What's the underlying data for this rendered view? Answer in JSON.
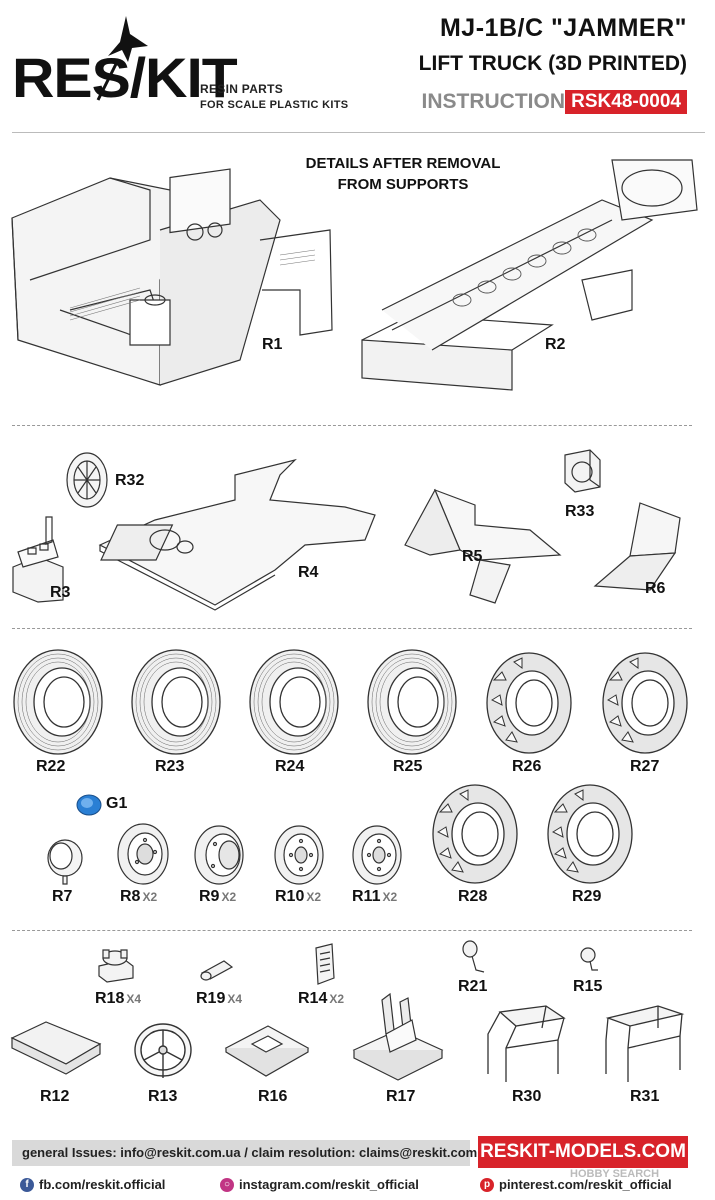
{
  "header": {
    "brand": "RES/KIT",
    "tagline_1": "RESIN PARTS",
    "tagline_2": "FOR SCALE PLASTIC KITS",
    "title_1": "MJ-1B/C \"JAMMER\"",
    "title_2": "LIFT TRUCK (3D PRINTED)",
    "instruction_label": "INSTRUCTION",
    "code": "RSK48-0004"
  },
  "note": {
    "line_1": "DETAILS AFTER REMOVAL",
    "line_2": "FROM SUPPORTS"
  },
  "parts": {
    "R1": {
      "label": "R1"
    },
    "R2": {
      "label": "R2"
    },
    "R32": {
      "label": "R32"
    },
    "R33": {
      "label": "R33"
    },
    "R3": {
      "label": "R3"
    },
    "R4": {
      "label": "R4"
    },
    "R5": {
      "label": "R5"
    },
    "R6": {
      "label": "R6"
    },
    "R22": {
      "label": "R22"
    },
    "R23": {
      "label": "R23"
    },
    "R24": {
      "label": "R24"
    },
    "R25": {
      "label": "R25"
    },
    "R26": {
      "label": "R26"
    },
    "R27": {
      "label": "R27"
    },
    "G1": {
      "label": "G1"
    },
    "R7": {
      "label": "R7"
    },
    "R8": {
      "label": "R8",
      "qty": "X2"
    },
    "R9": {
      "label": "R9",
      "qty": "X2"
    },
    "R10": {
      "label": "R10",
      "qty": "X2"
    },
    "R11": {
      "label": "R11",
      "qty": "X2"
    },
    "R28": {
      "label": "R28"
    },
    "R29": {
      "label": "R29"
    },
    "R18": {
      "label": "R18",
      "qty": "X4"
    },
    "R19": {
      "label": "R19",
      "qty": "X4"
    },
    "R14": {
      "label": "R14",
      "qty": "X2"
    },
    "R21": {
      "label": "R21"
    },
    "R15": {
      "label": "R15"
    },
    "R12": {
      "label": "R12"
    },
    "R13": {
      "label": "R13"
    },
    "R16": {
      "label": "R16"
    },
    "R17": {
      "label": "R17"
    },
    "R30": {
      "label": "R30"
    },
    "R31": {
      "label": "R31"
    }
  },
  "footer": {
    "contact": "general Issues: info@reskit.com.ua / claim resolution: claims@reskit.com.ua",
    "website": "RESKIT-MODELS.COM",
    "facebook": "fb.com/reskit.official",
    "instagram": "instagram.com/reskit_official",
    "pinterest": "pinterest.com/reskit_official",
    "watermark": "HOBBY SEARCH"
  },
  "colors": {
    "brand_red": "#d8232a",
    "grey_text": "#8a8a8a",
    "canopy_blue": "#2a7fd4",
    "facebook": "#3b5998",
    "instagram": "#c13584",
    "pinterest": "#d8232a"
  }
}
